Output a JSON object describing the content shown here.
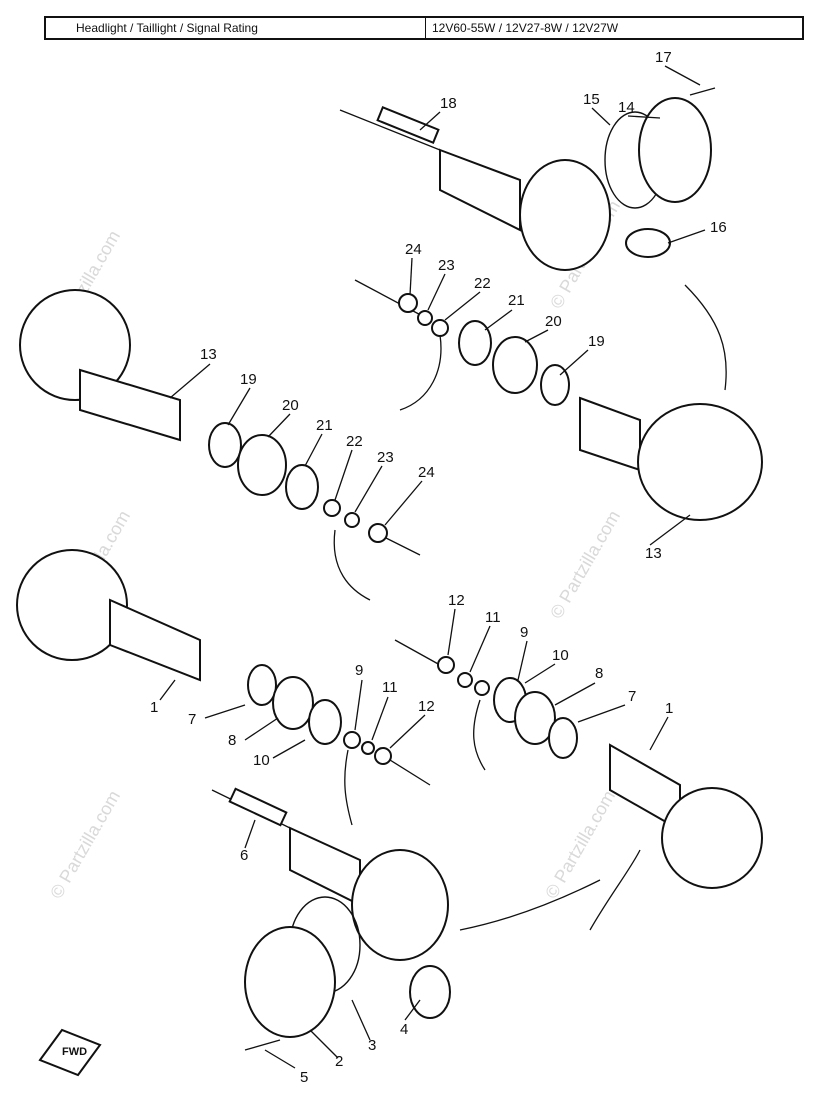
{
  "spec": {
    "label": "Headlight / Taillight / Signal Rating",
    "value": "12V60-55W / 12V27-8W / 12V27W"
  },
  "watermark": "© Partzilla.com",
  "fwd_label": "FWD",
  "callouts": [
    "1",
    "1",
    "2",
    "3",
    "4",
    "5",
    "6",
    "7",
    "7",
    "8",
    "8",
    "9",
    "9",
    "10",
    "10",
    "11",
    "11",
    "12",
    "12",
    "13",
    "13",
    "14",
    "15",
    "16",
    "17",
    "18",
    "19",
    "19",
    "20",
    "20",
    "21",
    "21",
    "22",
    "22",
    "23",
    "23",
    "24",
    "24"
  ]
}
